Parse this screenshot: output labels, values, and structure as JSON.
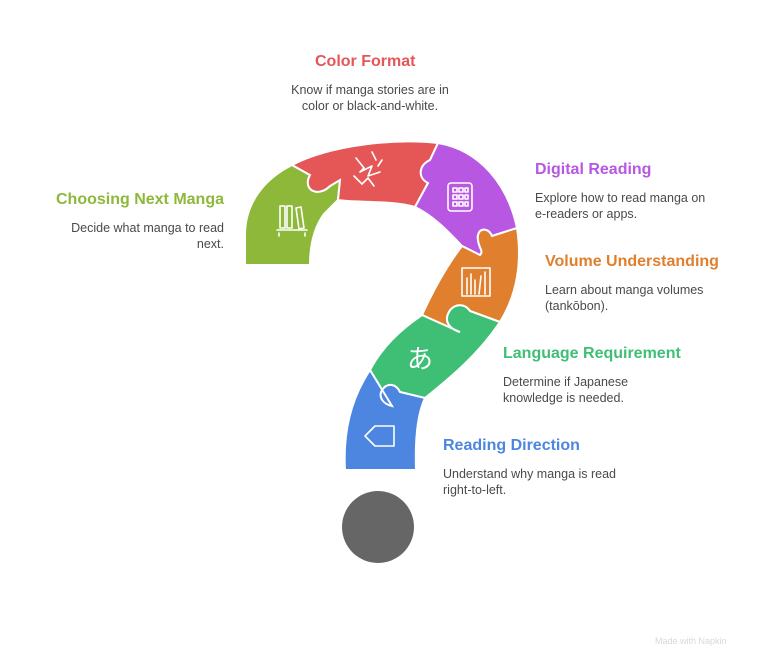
{
  "colors": {
    "color_format": "#E55656",
    "digital_reading": "#B757E2",
    "volume_understanding": "#E0802F",
    "language_requirement": "#3FBF75",
    "reading_direction": "#4C86E0",
    "choosing_next_manga": "#8DB83A",
    "dot": "#666666"
  },
  "sections": {
    "color_format": {
      "title": "Color Format",
      "desc": "Know if manga stories are in color or black-and-white.",
      "icon": "spark-icon"
    },
    "digital_reading": {
      "title": "Digital Reading",
      "desc": "Explore how to read manga on e-readers or apps.",
      "icon": "tablet-icon"
    },
    "volume_understanding": {
      "title": "Volume Understanding",
      "desc": "Learn about manga volumes (tankōbon).",
      "icon": "library-icon"
    },
    "language_requirement": {
      "title": "Language Requirement",
      "desc": "Determine if Japanese knowledge is needed.",
      "icon": "hiragana-icon",
      "glyph": "あ"
    },
    "reading_direction": {
      "title": "Reading Direction",
      "desc": "Understand why manga is read right-to-left.",
      "icon": "left-tag-icon"
    },
    "choosing_next_manga": {
      "title": "Choosing Next Manga",
      "desc": "Decide what manga to read next.",
      "icon": "bookshelf-icon"
    }
  },
  "watermark": "Made with Napkin"
}
